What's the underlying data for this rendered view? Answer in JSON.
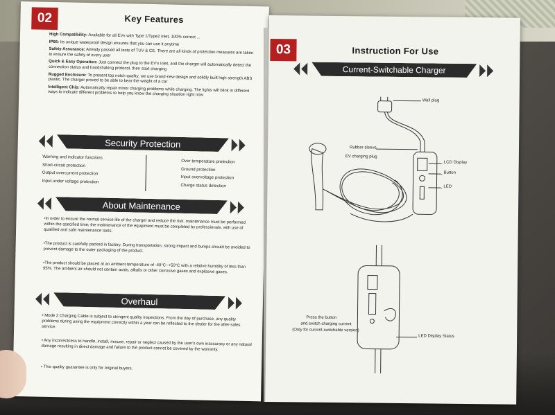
{
  "left_page": {
    "number": "02",
    "title": "Key Features",
    "features": [
      {
        "label": "High Compatibility:",
        "text": "Available for all EVs with Type 1/Type2 inlet, 100% correct ..."
      },
      {
        "label": "IP66:",
        "text": "Its unique waterproof design ensures that you can use it anytime"
      },
      {
        "label": "Safety Assurance:",
        "text": "Already passed all tests of TUV & CE. There are all kinds of protection measures are taken to ensure the safety of every user"
      },
      {
        "label": "Quick & Easy Operation:",
        "text": "Just connect the plug to the EV's inlet, and the charger will automatically detect the connection status and handshaking protocol, then start charging"
      },
      {
        "label": "Rugged Enclosure:",
        "text": "To present top notch quality, we use brand-new design and solidly built high strength ABS plastic. The charger proved to be able to bear the weight of a car"
      },
      {
        "label": "Intelligent Chip:",
        "text": "Automatically repair minor charging problems while charging. The lights will blink in different ways to indicate different problems to help you know the charging situation right now"
      }
    ],
    "security_protection": {
      "heading": "Security Protection",
      "left_items": [
        "Warning and indicator functions",
        "Short-circuit protection",
        "Output overcurrent protection",
        "Input under voltage protection"
      ],
      "right_items": [
        "Over temperature protection",
        "Ground protection",
        "Input overvoltage protection",
        "Charge status detection"
      ]
    },
    "about_maintenance": {
      "heading": "About Maintenance",
      "paragraphs": [
        "•In order to ensure the normal service life of the charger and reduce the risk, maintenance must be performed within the specified time; the maintenance of the equipment must be completed by professionals, with use of qualified and safe maintenance tools.",
        "•The product is carefully packed in factory. During transportation, strong impact and bumps should be avoided to prevent damage to the outer packaging of the product.",
        "•The product should be placed at an ambient temperature of -40°C~+50°C with a relative humidity of less than 95%. The ambient air should not contain acids, alkalis or other corrosive gases and explosive gases."
      ]
    },
    "overhaul": {
      "heading": "Overhaul",
      "paragraphs": [
        "• Mode 2 Charging Cable is subject to stringent quality inspections. From the day of purchase, any quality problems during using the equipment correctly within a year can be reflected to the dealer for the after-sales service.",
        "• Any incorrectness to handle, install, misuse, repair or neglect caused by the user's own inaccuracy or any natural damage resulting in direct damage and failure to the product cannot be covered by the warranty.",
        "• This quality guarantee is only for original buyers."
      ]
    }
  },
  "right_page": {
    "number": "03",
    "title": "Instruction For Use",
    "banner": "Current-Switchable Charger",
    "diagram1_labels": {
      "wall_plug": "Wall plug",
      "rubber_sleeve": "Rubber sleeve",
      "ev_plug": "EV charging plug",
      "lcd": "LCD Display",
      "button": "Button",
      "led": "LED"
    },
    "diagram2_labels": {
      "press_button": "Press the button",
      "switch_current": "and switch charging current",
      "only_version": "(Only for current-switchable version)",
      "led_status": "LED Display Status"
    }
  }
}
